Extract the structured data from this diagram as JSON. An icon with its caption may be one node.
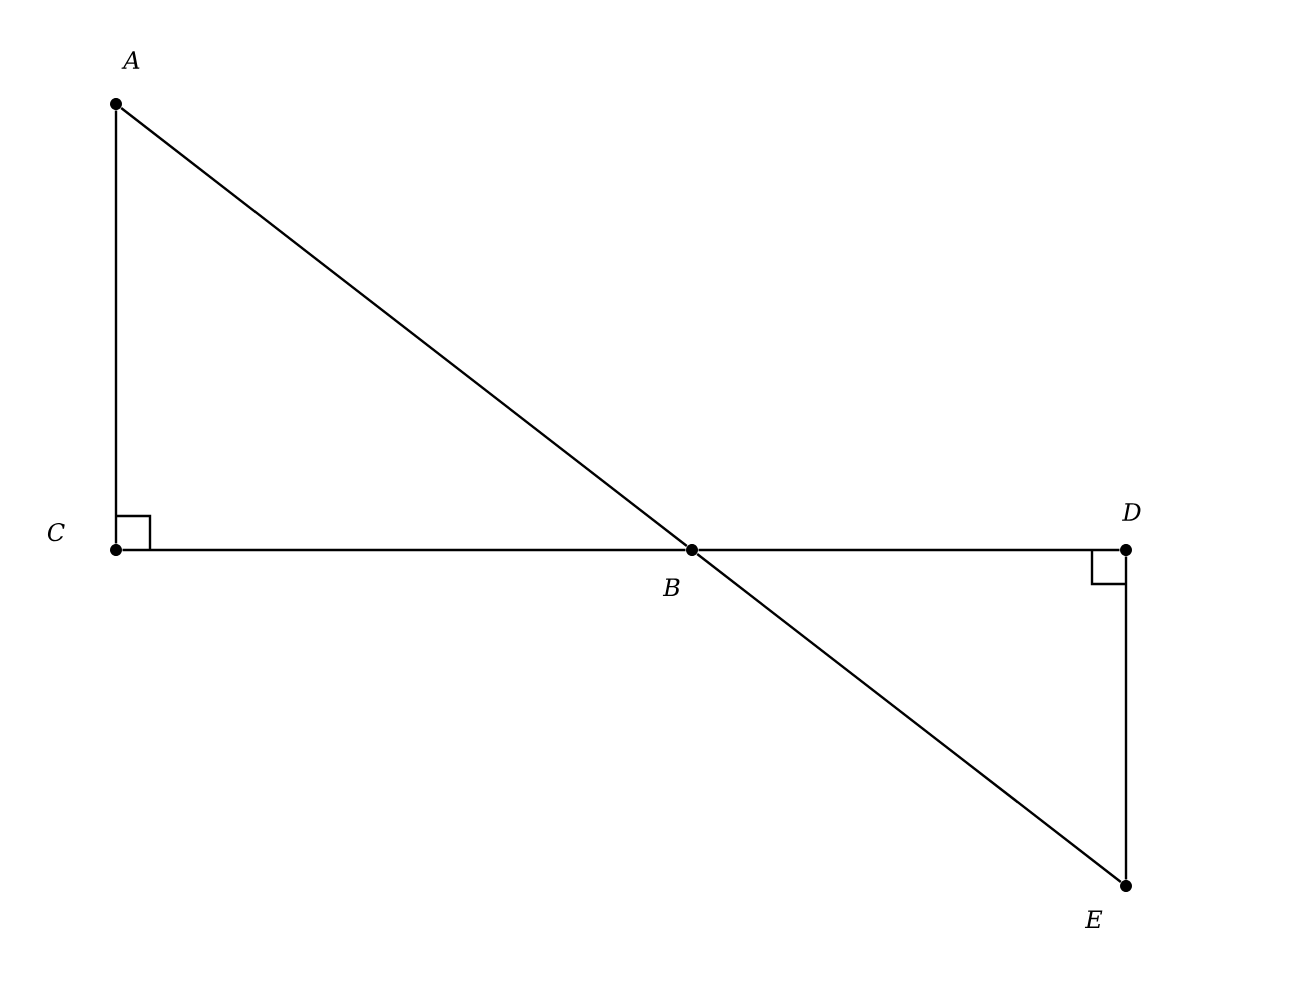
{
  "diagram": {
    "nodes": [
      {
        "text": [
          "A"
        ]
      },
      {
        "text": [
          "C"
        ]
      },
      {
        "text": [
          "B"
        ]
      },
      {
        "text": [
          "D"
        ]
      },
      {
        "text": [
          "E"
        ]
      }
    ],
    "edges": [
      {
        "from": 0,
        "to": 1,
        "arrow": "none"
      },
      {
        "from": 0,
        "to": 2,
        "arrow": "none"
      },
      {
        "from": 2,
        "to": 4,
        "arrow": "none"
      },
      {
        "from": 1,
        "to": 2,
        "arrow": "none"
      },
      {
        "from": 2,
        "to": 3,
        "arrow": "none"
      },
      {
        "from": 3,
        "to": 4,
        "arrow": "none"
      }
    ]
  }
}
